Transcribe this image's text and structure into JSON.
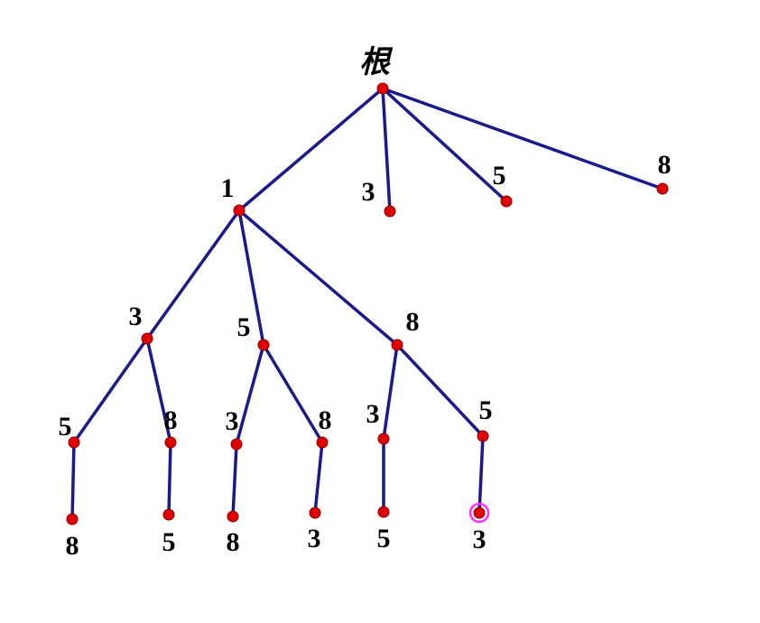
{
  "tree": {
    "root_label": "根",
    "colors": {
      "edge": "#1a1a8c",
      "node": "#e00000",
      "highlight": "#ff33ff"
    },
    "highlighted_node": "n_l3_6",
    "nodes": [
      {
        "id": "root",
        "label": "根"
      },
      {
        "id": "n1",
        "label": "1"
      },
      {
        "id": "n3a",
        "label": "3"
      },
      {
        "id": "n5a",
        "label": "5"
      },
      {
        "id": "n8a",
        "label": "8"
      },
      {
        "id": "n13",
        "label": "3"
      },
      {
        "id": "n15",
        "label": "5"
      },
      {
        "id": "n18",
        "label": "8"
      },
      {
        "id": "n135",
        "label": "5"
      },
      {
        "id": "n138",
        "label": "8"
      },
      {
        "id": "n153",
        "label": "3"
      },
      {
        "id": "n158",
        "label": "8"
      },
      {
        "id": "n183",
        "label": "3"
      },
      {
        "id": "n185",
        "label": "5"
      },
      {
        "id": "n_l3_1",
        "label": "8"
      },
      {
        "id": "n_l3_2",
        "label": "5"
      },
      {
        "id": "n_l3_3",
        "label": "8"
      },
      {
        "id": "n_l3_4",
        "label": "3"
      },
      {
        "id": "n_l3_5",
        "label": "5"
      },
      {
        "id": "n_l3_6",
        "label": "3"
      }
    ],
    "edges": [
      [
        "root",
        "n1"
      ],
      [
        "root",
        "n3a"
      ],
      [
        "root",
        "n5a"
      ],
      [
        "root",
        "n8a"
      ],
      [
        "n1",
        "n13"
      ],
      [
        "n1",
        "n15"
      ],
      [
        "n1",
        "n18"
      ],
      [
        "n13",
        "n135"
      ],
      [
        "n13",
        "n138"
      ],
      [
        "n15",
        "n153"
      ],
      [
        "n15",
        "n158"
      ],
      [
        "n18",
        "n183"
      ],
      [
        "n18",
        "n185"
      ],
      [
        "n135",
        "n_l3_1"
      ],
      [
        "n138",
        "n_l3_2"
      ],
      [
        "n153",
        "n_l3_3"
      ],
      [
        "n158",
        "n_l3_4"
      ],
      [
        "n183",
        "n_l3_5"
      ],
      [
        "n185",
        "n_l3_6"
      ]
    ]
  }
}
